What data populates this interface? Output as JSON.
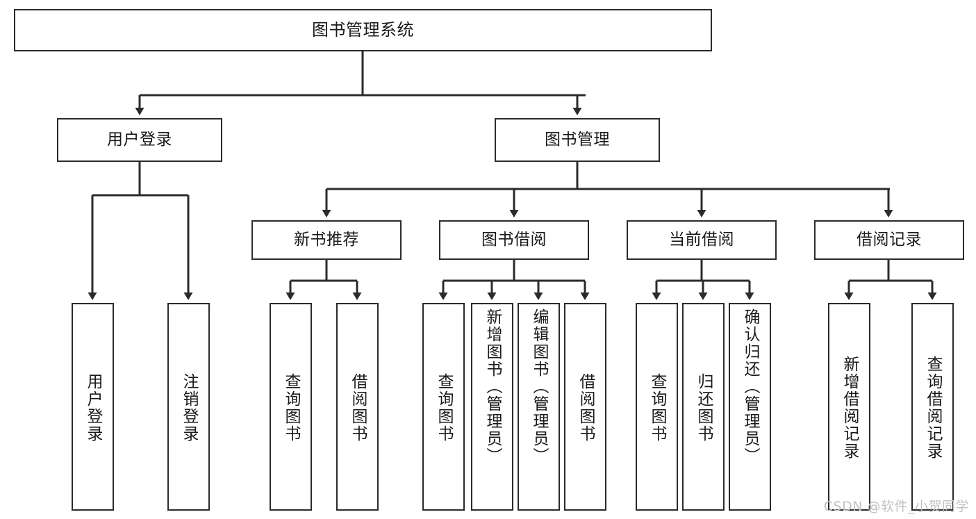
{
  "diagram": {
    "type": "tree-hierarchy-chart",
    "title": "图书管理系统",
    "root": {
      "id": "root",
      "label": "图书管理系统"
    },
    "level2": [
      {
        "id": "user-login",
        "label": "用户登录"
      },
      {
        "id": "book-manage",
        "label": "图书管理"
      }
    ],
    "level3": [
      {
        "id": "new-book-rec",
        "label": "新书推荐"
      },
      {
        "id": "book-borrow",
        "label": "图书借阅"
      },
      {
        "id": "current-borrow",
        "label": "当前借阅"
      },
      {
        "id": "borrow-record",
        "label": "借阅记录"
      }
    ],
    "leaves": [
      {
        "id": "leaf-user-login",
        "label": "用户登录",
        "parent": "user-login"
      },
      {
        "id": "leaf-logout",
        "label": "注销登录",
        "parent": "user-login"
      },
      {
        "id": "leaf-query-book-1",
        "label": "查询图书",
        "parent": "new-book-rec"
      },
      {
        "id": "leaf-borrow-book-1",
        "label": "借阅图书",
        "parent": "new-book-rec"
      },
      {
        "id": "leaf-query-book-2",
        "label": "查询图书",
        "parent": "book-borrow"
      },
      {
        "id": "leaf-add-book",
        "label": "新增图书（管理员）",
        "parent": "book-borrow"
      },
      {
        "id": "leaf-edit-book",
        "label": "编辑图书（管理员）",
        "parent": "book-borrow"
      },
      {
        "id": "leaf-borrow-book-2",
        "label": "借阅图书",
        "parent": "book-borrow"
      },
      {
        "id": "leaf-query-book-3",
        "label": "查询图书",
        "parent": "current-borrow"
      },
      {
        "id": "leaf-return-book",
        "label": "归还图书",
        "parent": "current-borrow"
      },
      {
        "id": "leaf-confirm-return",
        "label": "确认归还（管理员）",
        "parent": "current-borrow"
      },
      {
        "id": "leaf-add-record",
        "label": "新增借阅记录",
        "parent": "borrow-record"
      },
      {
        "id": "leaf-query-record",
        "label": "查询借阅记录",
        "parent": "borrow-record"
      }
    ],
    "watermark": "CSDN @软件_小贺同学",
    "colors": {
      "stroke": "#2b2b2b",
      "background": "#ffffff",
      "text": "#1a1a1a",
      "watermark": "#c2c2c2"
    }
  }
}
